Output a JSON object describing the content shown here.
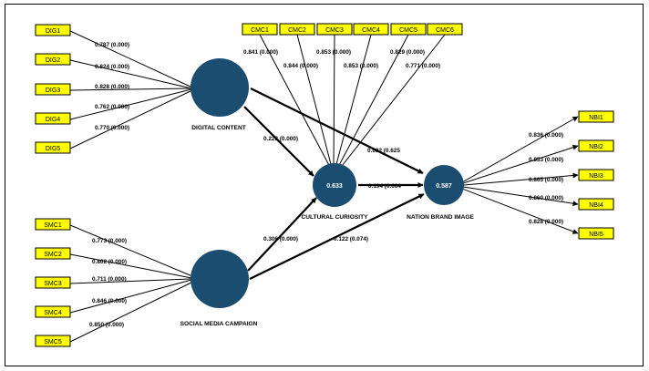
{
  "colors": {
    "construct": "#1a4d70",
    "indicator_fill": "#ffff00",
    "line": "#000000"
  },
  "constructs": {
    "dc": {
      "name": "DIGITAL CONTENT",
      "r2": ""
    },
    "smc": {
      "name": "SOCIAL MEDIA CAMPAIGN",
      "r2": ""
    },
    "cc": {
      "name": "CULTURAL CURIOSITY",
      "r2": "0.633"
    },
    "nbi": {
      "name": "NATION BRAND IMAGE",
      "r2": "0.587"
    }
  },
  "dig": [
    {
      "name": "DIG1",
      "loading": "0.787 (0.000)"
    },
    {
      "name": "DIG2",
      "loading": "0.824 (0.000)"
    },
    {
      "name": "DIG3",
      "loading": "0.828 (0.000)"
    },
    {
      "name": "DIG4",
      "loading": "0.762 (0.000)"
    },
    {
      "name": "DIG5",
      "loading": "0.770 (0.000)"
    }
  ],
  "smc_items": [
    {
      "name": "SMC1",
      "loading": "0.773 (0.000)"
    },
    {
      "name": "SMC2",
      "loading": "0.802 (0.000)"
    },
    {
      "name": "SMC3",
      "loading": "0.711 (0.000)"
    },
    {
      "name": "SMC4",
      "loading": "0.846 (0.000)"
    },
    {
      "name": "SMC5",
      "loading": "0.850 (0.000)"
    }
  ],
  "cmc": [
    {
      "name": "CMC1",
      "loading": "0.841 (0.000)"
    },
    {
      "name": "CMC2",
      "loading": "0.844 (0.000)"
    },
    {
      "name": "CMC3",
      "loading": "0.853 (0.000)"
    },
    {
      "name": "CMC4",
      "loading": "0.853 (0.000)"
    },
    {
      "name": "CMC5",
      "loading": "0.829 (0.000)"
    },
    {
      "name": "CMC6",
      "loading": "0.771 (0.000)"
    }
  ],
  "nbi_items": [
    {
      "name": "NBI1",
      "loading": "0.836 (0.000)"
    },
    {
      "name": "NBI2",
      "loading": "0.853 (0.000)"
    },
    {
      "name": "NBI3",
      "loading": "0.865 (0.000)"
    },
    {
      "name": "NBI4",
      "loading": "0.860 (0.000)"
    },
    {
      "name": "NBI5",
      "loading": "0.828 (0.000)"
    }
  ],
  "paths": {
    "dc_cc": "0.223 (0.000)",
    "dc_nbi": "0.032 (0.625",
    "smc_cc": "0.306 (0.000)",
    "smc_nbi": "0.122 (0.074)",
    "cc_nbi": "0.194 (0.004"
  }
}
